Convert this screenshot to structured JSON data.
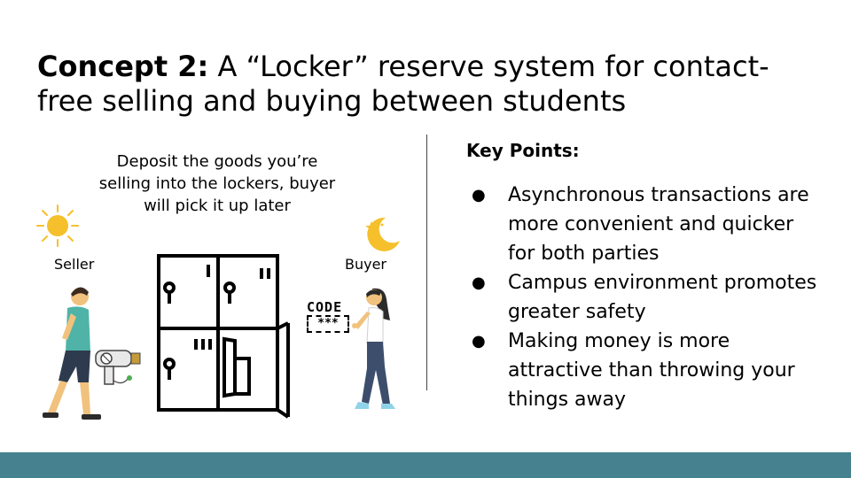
{
  "slide": {
    "title_bold": "Concept 2:",
    "title_rest": " A “Locker” reserve system for contact-free selling and buying between students",
    "caption": "Deposit the goods you’re selling into the lockers, buyer will pick it up later",
    "seller_label": "Seller",
    "buyer_label": "Buyer",
    "code_text": "CODE",
    "code_mask": "***",
    "key_points_title": "Key Points:",
    "key_points": [
      "Asynchronous transactions are more convenient and quicker for both parties",
      "Campus environment promotes greater safety",
      "Making money is more attractive than throwing your things away"
    ],
    "bullet": "●",
    "colors": {
      "footer": "#45818e",
      "sun": "#f5c02b",
      "moon": "#f5c02b"
    },
    "icons": [
      "sun-icon",
      "moon-icon",
      "locker-icon",
      "seller-figure",
      "buyer-figure",
      "hair-dryer-icon"
    ]
  }
}
